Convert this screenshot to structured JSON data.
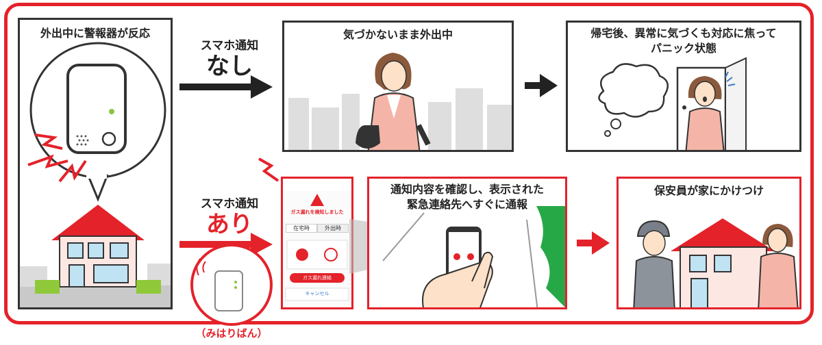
{
  "panels": {
    "away_alarm_caption": "外出中に警報器が反応",
    "unaware_caption": "気づかないまま外出中",
    "panic_caption_line1": "帰宅後、異常に気づくも対応に焦って",
    "panic_caption_line2": "パニック状態",
    "notify_caption_line1": "通知内容を確認し、表示された",
    "notify_caption_line2": "緊急連絡先へすぐに通報",
    "guard_caption": "保安員が家にかけつけ"
  },
  "flows": {
    "no_notify_small": "スマホ通知",
    "no_notify_big": "なし",
    "with_notify_small": "スマホ通知",
    "with_notify_big": "あり"
  },
  "device_name": "（みはりばん）",
  "phone": {
    "title": "ガス漏れを検知しました",
    "tab_home": "在宅時",
    "tab_away": "外出時",
    "action_button": "ガス漏れ連絡",
    "cancel": "キャンセル"
  },
  "colors": {
    "accent_red": "#e4222a",
    "dark": "#222222",
    "house_roof": "#e4222a",
    "house_wall": "#fde7e3"
  }
}
